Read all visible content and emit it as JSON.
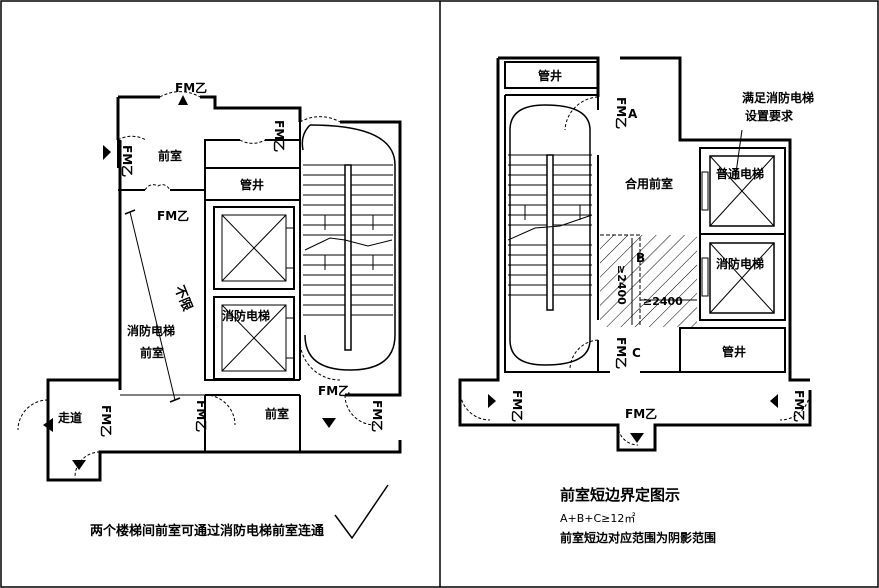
{
  "left_panel": {
    "door_labels": [
      "FM乙",
      "FM乙",
      "FM乙",
      "FM乙",
      "FM乙",
      "FM乙",
      "FM乙",
      "FM乙"
    ],
    "rooms": {
      "front_room_top": "前室",
      "shaft": "管井",
      "fire_lift": "消防电梯",
      "fire_lift_front_room_line1": "消防电梯",
      "fire_lift_front_room_line2": "前室",
      "corridor": "走道",
      "front_room_bottom": "前室"
    },
    "dimension_note": "不限",
    "caption": "两个楼梯间前室可通过消防电梯前室连通"
  },
  "right_panel": {
    "door_labels": [
      "FM乙",
      "FM乙",
      "FM乙",
      "FM乙",
      "FM乙"
    ],
    "rooms": {
      "shaft_top": "管井",
      "combined_front_room": "合用前室",
      "normal_lift": "普通电梯",
      "fire_lift": "消防电梯",
      "shaft_bottom": "管井"
    },
    "annotation_line1": "满足消防电梯",
    "annotation_line2": "设置要求",
    "area_letters": [
      "A",
      "B",
      "C"
    ],
    "dim_vertical": "≥2400",
    "dim_horizontal": "≥2400",
    "title": "前室短边界定图示",
    "formula": "A+B+C≥12㎡",
    "note": "前室短边对应范围为阴影范围"
  },
  "colors": {
    "line": "#000000",
    "background": "#ffffff"
  },
  "icons": [
    "check-mark-icon",
    "door-swing-icon",
    "arrow-icon"
  ]
}
